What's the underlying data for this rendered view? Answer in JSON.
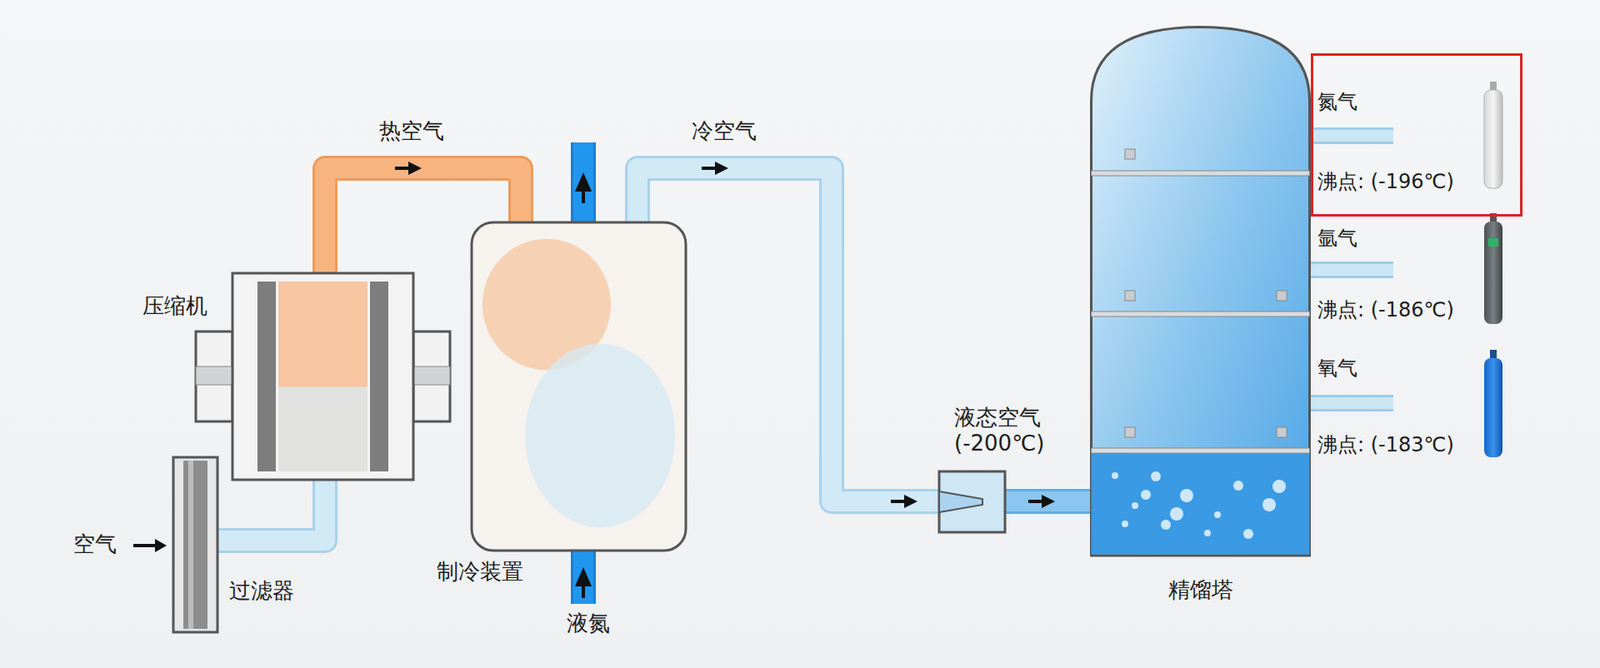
{
  "diagram": {
    "nodes": [
      {
        "text": [
          "过滤器"
        ]
      },
      {
        "text": [
          "压缩机"
        ]
      },
      {
        "text": [
          "制冷装置"
        ]
      },
      {
        "text": [
          "液态空气 (-200℃)"
        ]
      },
      {
        "text": [
          "精馏塔"
        ]
      },
      {
        "text": [
          "氮气",
          "沸点: (-196℃)"
        ]
      }
    ],
    "edges": [
      {
        "from": 0,
        "to": 1,
        "arrow": "none"
      },
      {
        "from": 1,
        "to": 2,
        "label": "热空气",
        "arrow": "to"
      },
      {
        "from": 2,
        "to": 3,
        "label": "冷空气",
        "arrow": "to"
      },
      {
        "from": 3,
        "to": 4,
        "arrow": "to"
      }
    ],
    "labels": [
      "空气",
      "液氮",
      "氩气",
      "沸点: (-186℃)",
      "氧气",
      "沸点: (-183℃)"
    ]
  }
}
